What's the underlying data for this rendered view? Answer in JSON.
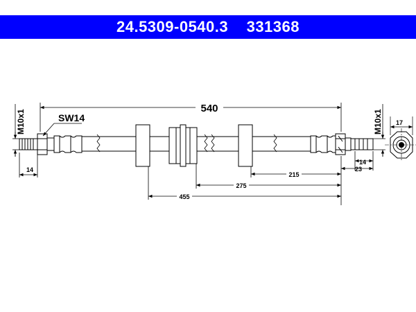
{
  "header": {
    "part_number": "24.5309-0540.3",
    "ref_number": "331368",
    "bg_color": "#0000ff",
    "text_color": "#ffffff"
  },
  "labels": {
    "thread_left": "M10x1",
    "thread_right": "M10x1",
    "wrench_size": "SW14",
    "total_length": "540",
    "dim_14_left": "14",
    "dim_14_right": "14",
    "dim_23": "23",
    "dim_17": "17",
    "dim_215": "215",
    "dim_275": "275",
    "dim_455": "455"
  }
}
